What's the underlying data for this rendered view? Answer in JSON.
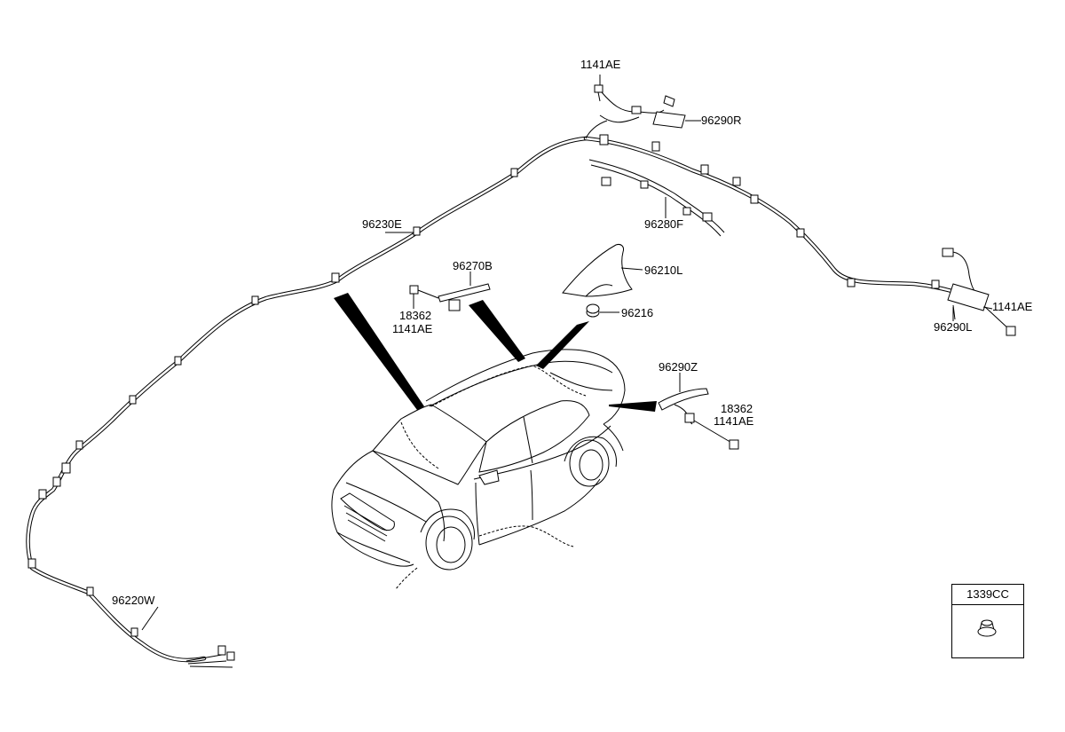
{
  "labels": {
    "p1141AE_top": "1141AE",
    "p96290R": "96290R",
    "p96230E": "96230E",
    "p96280F": "96280F",
    "p96270B": "96270B",
    "p96210L": "96210L",
    "p18362_a": "18362",
    "p1141AE_a": "1141AE",
    "p96216": "96216",
    "p96290Z": "96290Z",
    "p18362_b": "18362",
    "p1141AE_b": "1141AE",
    "p1141AE_right": "1141AE",
    "p96290L": "96290L",
    "p96220W": "96220W"
  },
  "legend": {
    "code": "1339CC"
  }
}
